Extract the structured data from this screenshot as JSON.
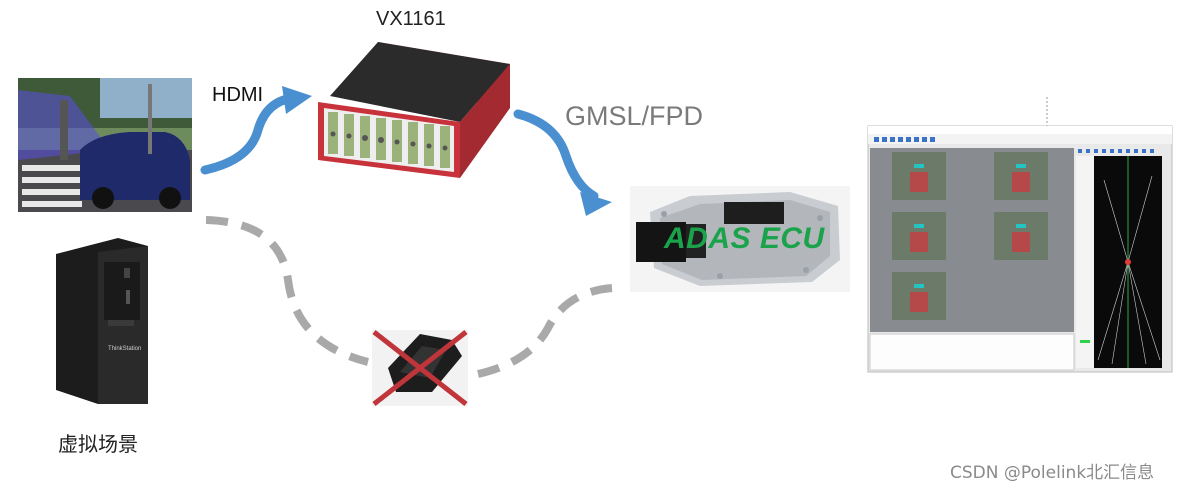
{
  "labels": {
    "device": "VX1161",
    "input_link": "HDMI",
    "output_link": "GMSL/FPD",
    "ecu": "ADAS ECU",
    "scene": "虚拟场景",
    "pc_brand": "ThinkStation"
  },
  "watermark": "CSDN @Polelink北汇信息",
  "colors": {
    "arrow_blue": "#4a90d0",
    "dashed_gray": "#a9a9a9",
    "cross_red": "#c0353a",
    "ecu_text_green": "#1aa34a",
    "rack_red": "#c8323a"
  },
  "icons": [
    "scene-image",
    "workstation-pc",
    "vx1161-rack",
    "adas-ecu-module",
    "crossed-out-camera",
    "monitoring-software-screenshot"
  ]
}
